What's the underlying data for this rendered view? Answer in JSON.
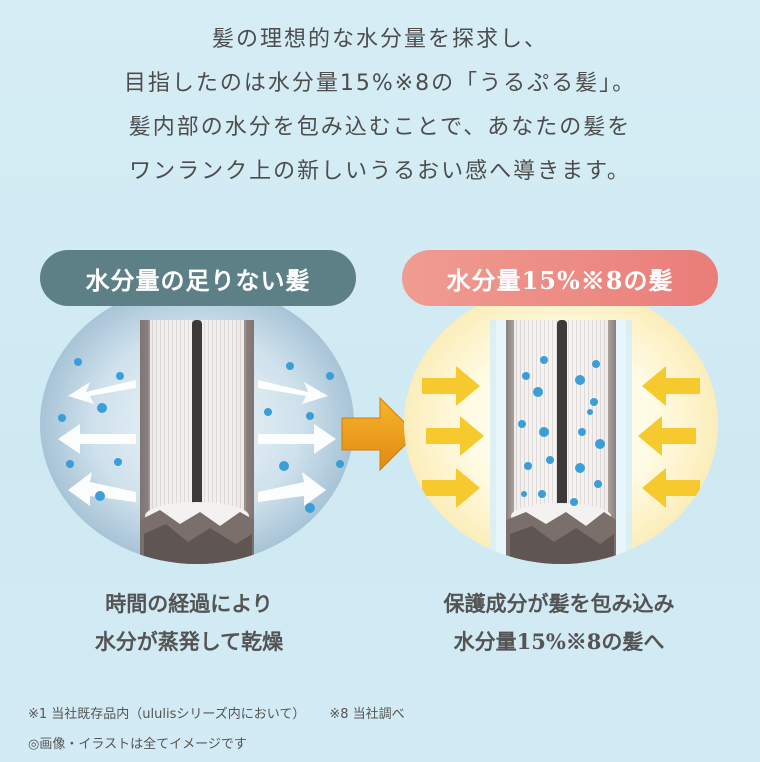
{
  "intro": {
    "lines": [
      "髪の理想的な水分量を探求し、",
      "目指したのは水分量15%※8の「うるぷる髪」。",
      "髪内部の水分を包み込むことで、あなたの髪を",
      "ワンランク上の新しいうるおい感へ導きます。"
    ]
  },
  "left_panel": {
    "label": "水分量の足りない髪",
    "caption_lines": [
      "時間の経過により",
      "水分が蒸発して乾燥"
    ]
  },
  "right_panel": {
    "label": "水分量15%※8の髪",
    "caption_lines": [
      "保護成分が髪を包み込み",
      "水分量15%※8の髪へ"
    ]
  },
  "footnotes": {
    "note1": "※1 当社既存品内（ululisシリーズ内において）",
    "note8": "※8 当社調べ",
    "disclaimer": "◎画像・イラストは全てイメージです"
  },
  "colors": {
    "left_pill": "#5d8087",
    "right_pill": "#ea7d79",
    "arrow_orange": "#f0a01c",
    "yellow_arrow": "#f6c92e",
    "droplet": "#3a9ed8"
  },
  "icons": {
    "center_arrow": "right-arrow-icon",
    "left_arrows": "outward-arrow-icon",
    "right_arrows": "inward-arrow-icon",
    "droplets": "water-droplet-icon"
  }
}
